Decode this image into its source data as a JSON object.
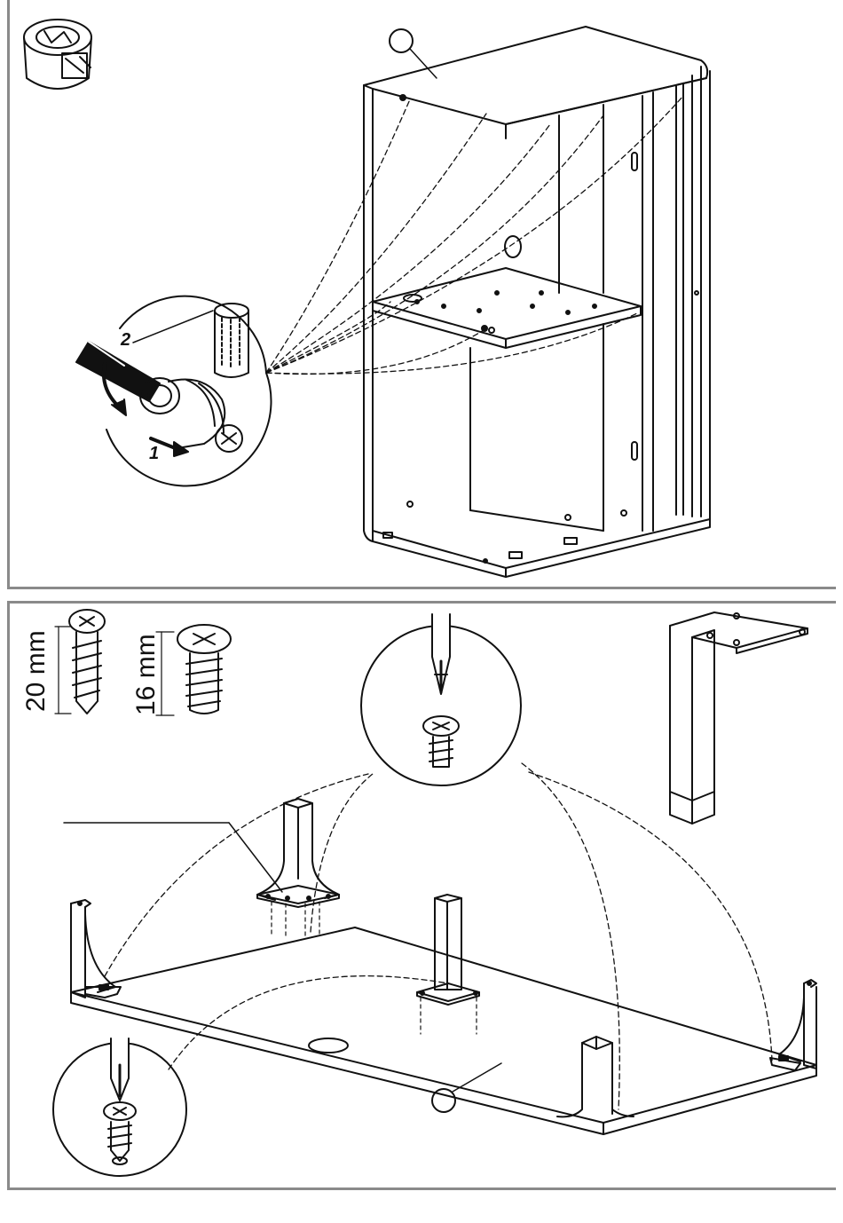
{
  "screws": {
    "long_label": "20 mm",
    "short_label": "16 mm"
  },
  "steps": {
    "first": "1",
    "second": "2"
  },
  "colors": {
    "line": "#111111",
    "frame": "#8a8a8a"
  },
  "icons": [
    "cam-lock-fitting-icon",
    "screwdriver-icon",
    "screw-icon"
  ]
}
